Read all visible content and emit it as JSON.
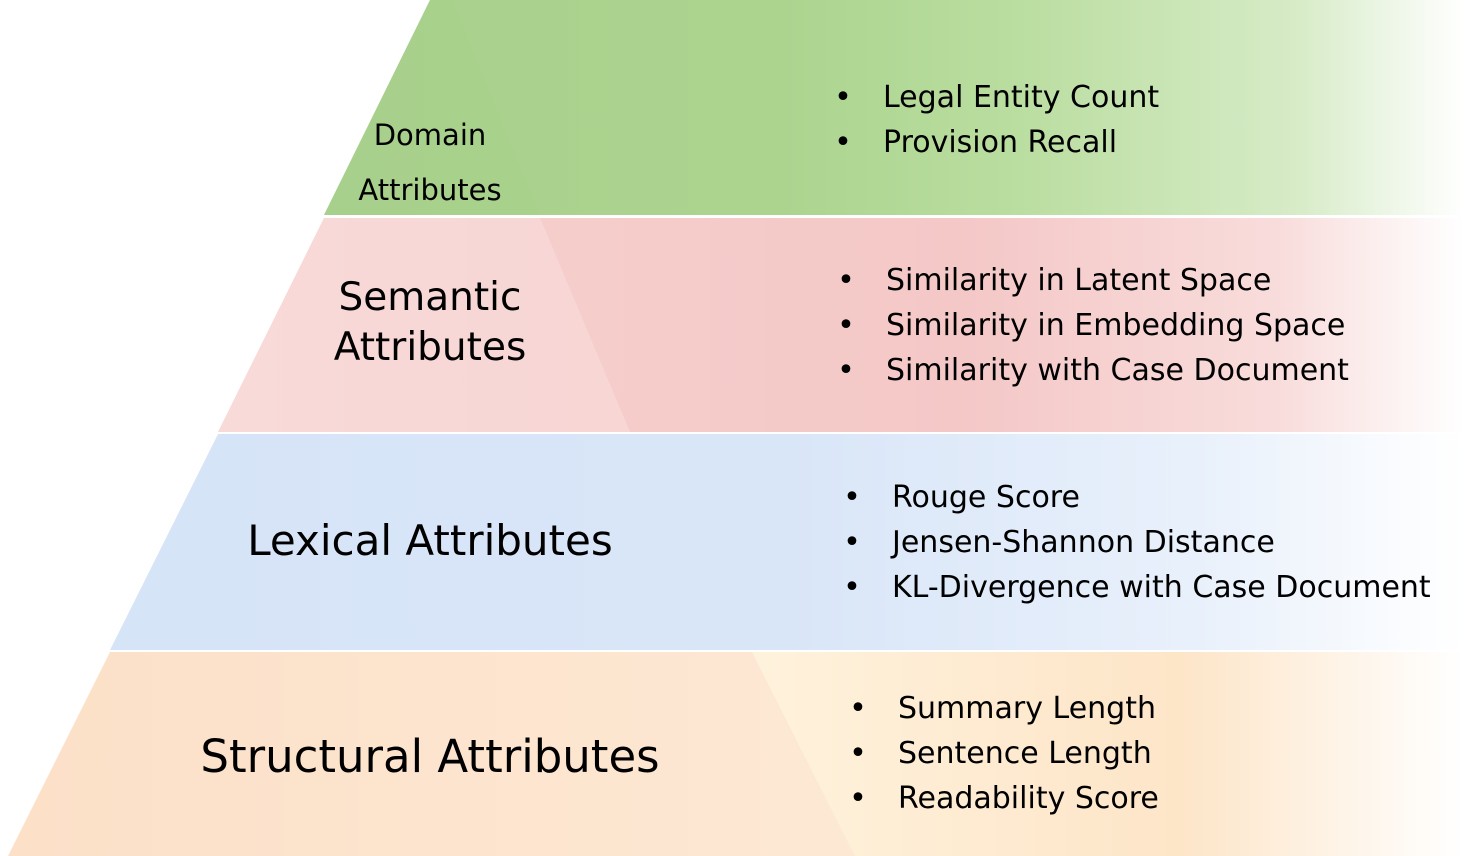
{
  "tiers": [
    {
      "id": "domain",
      "label_lines": [
        "Domain",
        "Attributes"
      ],
      "color": "#a9d18e",
      "items": [
        "Legal Entity Count",
        "Provision Recall"
      ]
    },
    {
      "id": "semantic",
      "label_lines": [
        "Semantic",
        "Attributes"
      ],
      "color": "#f4c7c3",
      "items": [
        "Similarity in Latent Space",
        "Similarity in Embedding Space",
        "Similarity with Case Document"
      ]
    },
    {
      "id": "lexical",
      "label_lines": [
        "Lexical Attributes"
      ],
      "color": "#d6e4f7",
      "items": [
        "Rouge Score",
        "Jensen-Shannon Distance",
        "KL-Divergence with Case Document"
      ]
    },
    {
      "id": "structural",
      "label_lines": [
        "Structural Attributes"
      ],
      "color": "#fce0c8",
      "items": [
        "Summary Length",
        "Sentence Length",
        "Readability Score"
      ]
    }
  ],
  "bullet_symbol": "•"
}
